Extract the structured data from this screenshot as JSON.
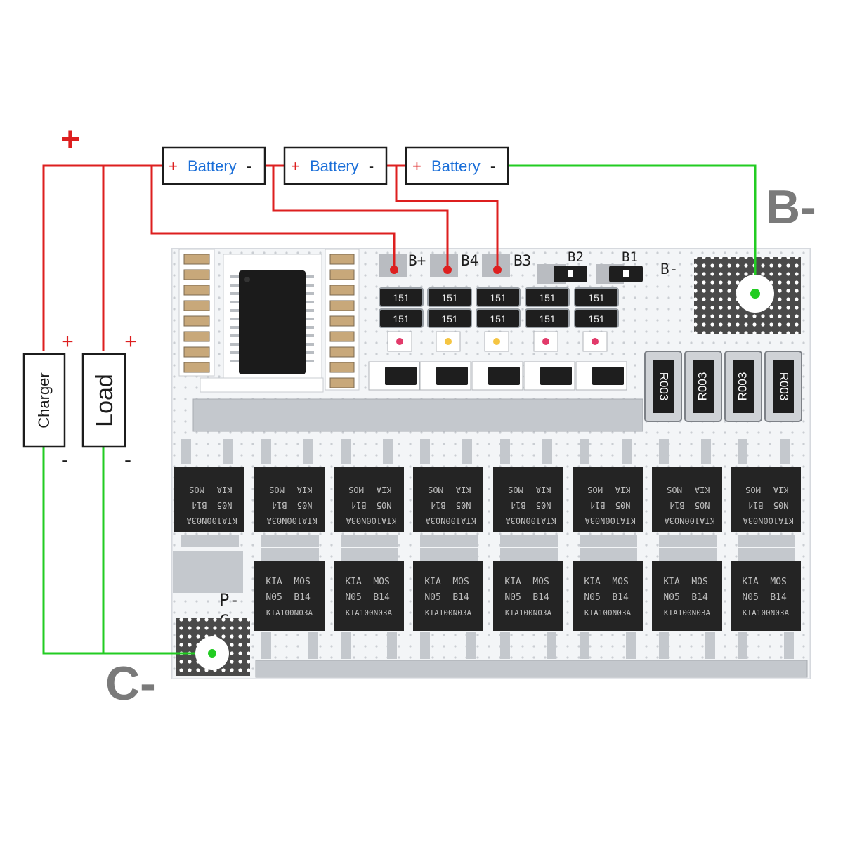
{
  "wiring": {
    "plus_main": "+",
    "batteries": [
      {
        "pos": "+",
        "label": "Battery",
        "neg": "-"
      },
      {
        "pos": "+",
        "label": "Battery",
        "neg": "-"
      },
      {
        "pos": "+",
        "label": "Battery",
        "neg": "-"
      }
    ],
    "charger": {
      "label": "Charger",
      "pos": "+",
      "neg": "-"
    },
    "load": {
      "label": "Load",
      "pos": "+",
      "neg": "-"
    },
    "b_minus_big": "B-",
    "c_minus_big": "C-"
  },
  "board": {
    "pads": {
      "bplus": "B+",
      "b4": "B4",
      "b3": "B3",
      "b2": "B2",
      "b1": "B1",
      "bminus": "B-",
      "pminus": "P-",
      "cminus": "C-"
    },
    "resistor_code": "151",
    "shunt_code": "R003",
    "mosfet_top": {
      "l1": "KIA100N03A",
      "l2": "N05",
      "l3": "B14",
      "l4": "KIA",
      "l5": "MOS"
    },
    "mosfet_bottom": {
      "l1": "KIA",
      "l2": "MOS",
      "l3": "N05",
      "l4": "B14",
      "l5": "KIA100N03A"
    }
  },
  "colors": {
    "positive_wire": "#dd1f1f",
    "negative_wire": "#22cc22",
    "battery_text": "#1a6ed8",
    "plus_text": "#dd1f1f",
    "big_label": "#7a7a7a"
  }
}
